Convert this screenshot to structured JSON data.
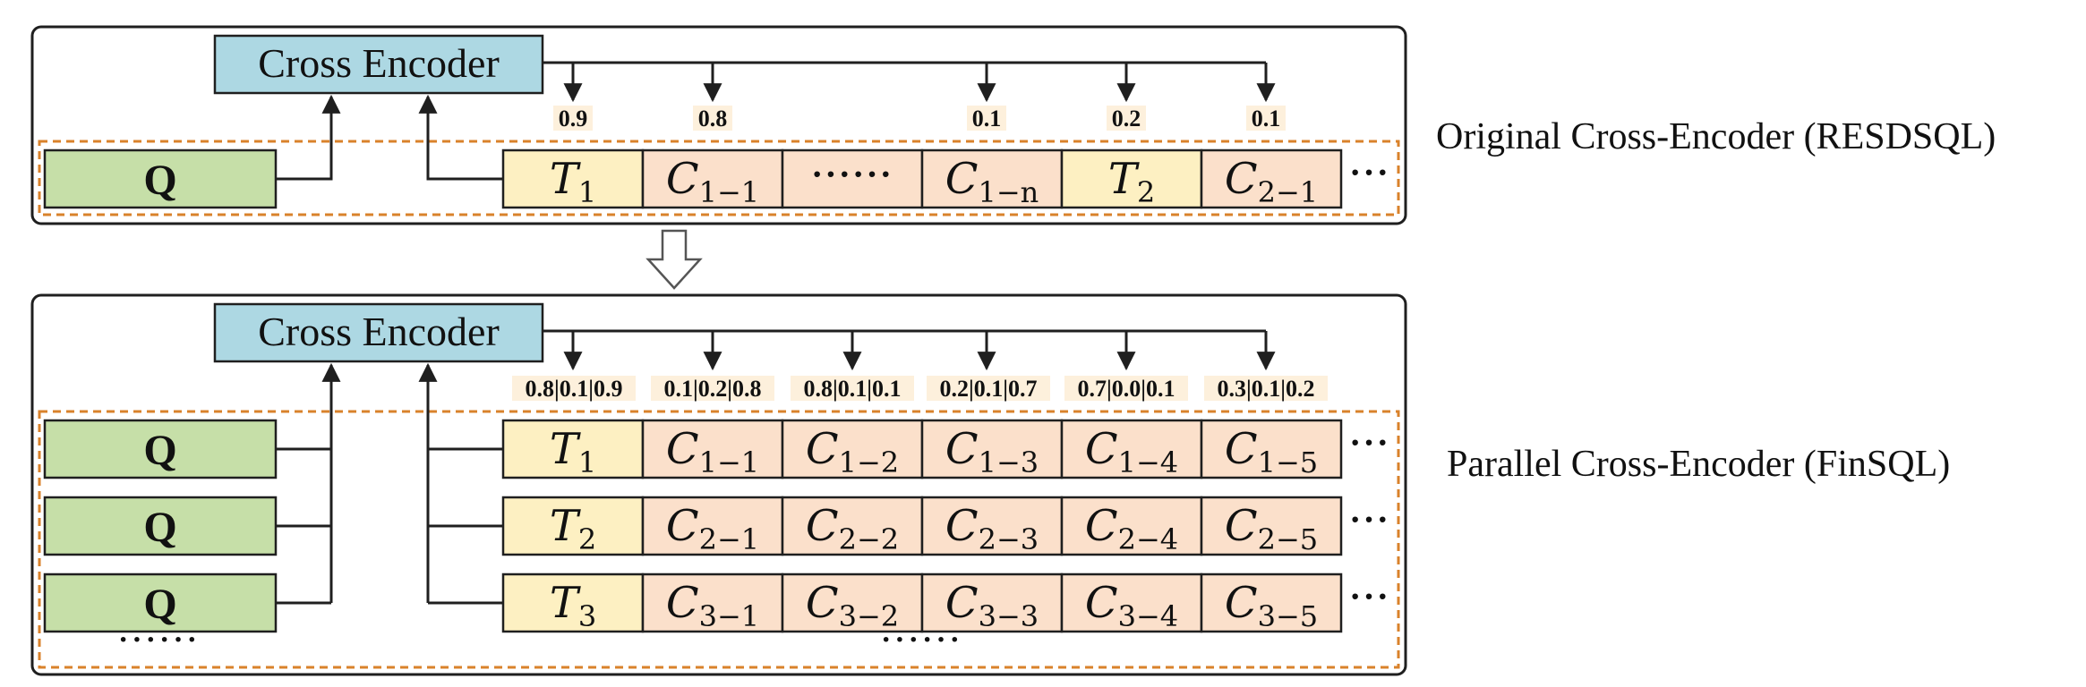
{
  "top_panel": {
    "encoder_label": "Cross Encoder",
    "question_label": "Q",
    "scores": [
      "0.9",
      "0.8",
      "0.1",
      "0.2",
      "0.1"
    ],
    "sequence": [
      {
        "kind": "t",
        "main": "T",
        "sub": "1"
      },
      {
        "kind": "c",
        "main": "C",
        "sub": "1−1"
      },
      {
        "kind": "dots",
        "main": "······"
      },
      {
        "kind": "c",
        "main": "C",
        "sub": "1−n"
      },
      {
        "kind": "t",
        "main": "T",
        "sub": "2"
      },
      {
        "kind": "c",
        "main": "C",
        "sub": "2−1"
      }
    ],
    "trailing_ellipsis": "···",
    "side_label": "Original Cross-Encoder (RESDSQL)"
  },
  "bottom_panel": {
    "encoder_label": "Cross Encoder",
    "question_label": "Q",
    "scores": [
      "0.8|0.1|0.9",
      "0.1|0.2|0.8",
      "0.8|0.1|0.1",
      "0.2|0.1|0.7",
      "0.7|0.0|0.1",
      "0.3|0.1|0.2"
    ],
    "rows": [
      {
        "table": "1",
        "columns": [
          "1−1",
          "1−2",
          "1−3",
          "1−4",
          "1−5"
        ]
      },
      {
        "table": "2",
        "columns": [
          "2−1",
          "2−2",
          "2−3",
          "2−4",
          "2−5"
        ]
      },
      {
        "table": "3",
        "columns": [
          "3−1",
          "3−2",
          "3−3",
          "3−4",
          "3−5"
        ]
      }
    ],
    "table_letter": "T",
    "column_letter": "C",
    "trailing_ellipsis": "···",
    "bottom_dots_left": "······",
    "bottom_dots_mid": "······",
    "side_label": "Parallel Cross-Encoder (FinSQL)"
  },
  "colors": {
    "encoder": "#add8e3",
    "question": "#c6dfa8",
    "table_cell": "#fdf0c2",
    "column_cell": "#fbe0cb",
    "dashed_border": "#d9822b"
  }
}
